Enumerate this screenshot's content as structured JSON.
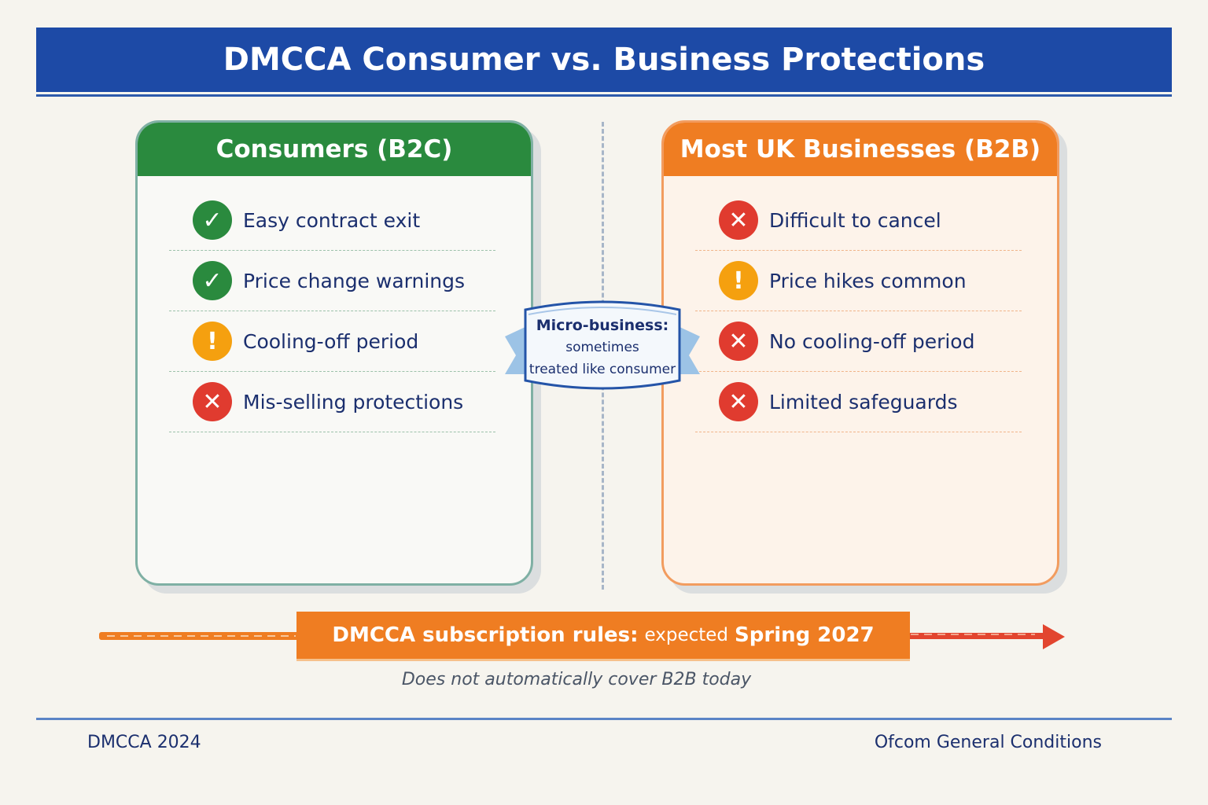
{
  "title": "DMCCA Consumer vs. Business Protections",
  "consumer": {
    "heading": "Consumers (B2C)",
    "items": [
      {
        "status": "check-icon",
        "label": "Easy contract exit"
      },
      {
        "status": "check-icon",
        "label": "Price change warnings"
      },
      {
        "status": "warning-icon",
        "label": "Cooling-off period"
      },
      {
        "status": "cross-icon",
        "label": "Mis-selling protections"
      }
    ]
  },
  "business": {
    "heading": "Most UK Businesses (B2B)",
    "items": [
      {
        "status": "cross-icon",
        "label": "Difficult to cancel"
      },
      {
        "status": "warning-icon",
        "label": "Price hikes common"
      },
      {
        "status": "cross-icon",
        "label": "No cooling-off period"
      },
      {
        "status": "cross-icon",
        "label": "Limited safeguards"
      }
    ]
  },
  "ribbon": {
    "title": "Micro-business:",
    "line1": "sometimes",
    "line2": "treated like consumer"
  },
  "timeline": {
    "label": "DMCCA subscription rules:",
    "expected": "expected",
    "date": "Spring 2027",
    "note": "Does not automatically cover B2B today"
  },
  "footer": {
    "left": "DMCCA 2024",
    "right": "Ofcom General Conditions"
  },
  "colors": {
    "title_bar": "#1d4aa6",
    "consumer_header": "#2a8a3e",
    "business_header": "#ef7d22",
    "check": "#2a8a3e",
    "warning": "#f5a00f",
    "cross": "#e03b2f"
  }
}
